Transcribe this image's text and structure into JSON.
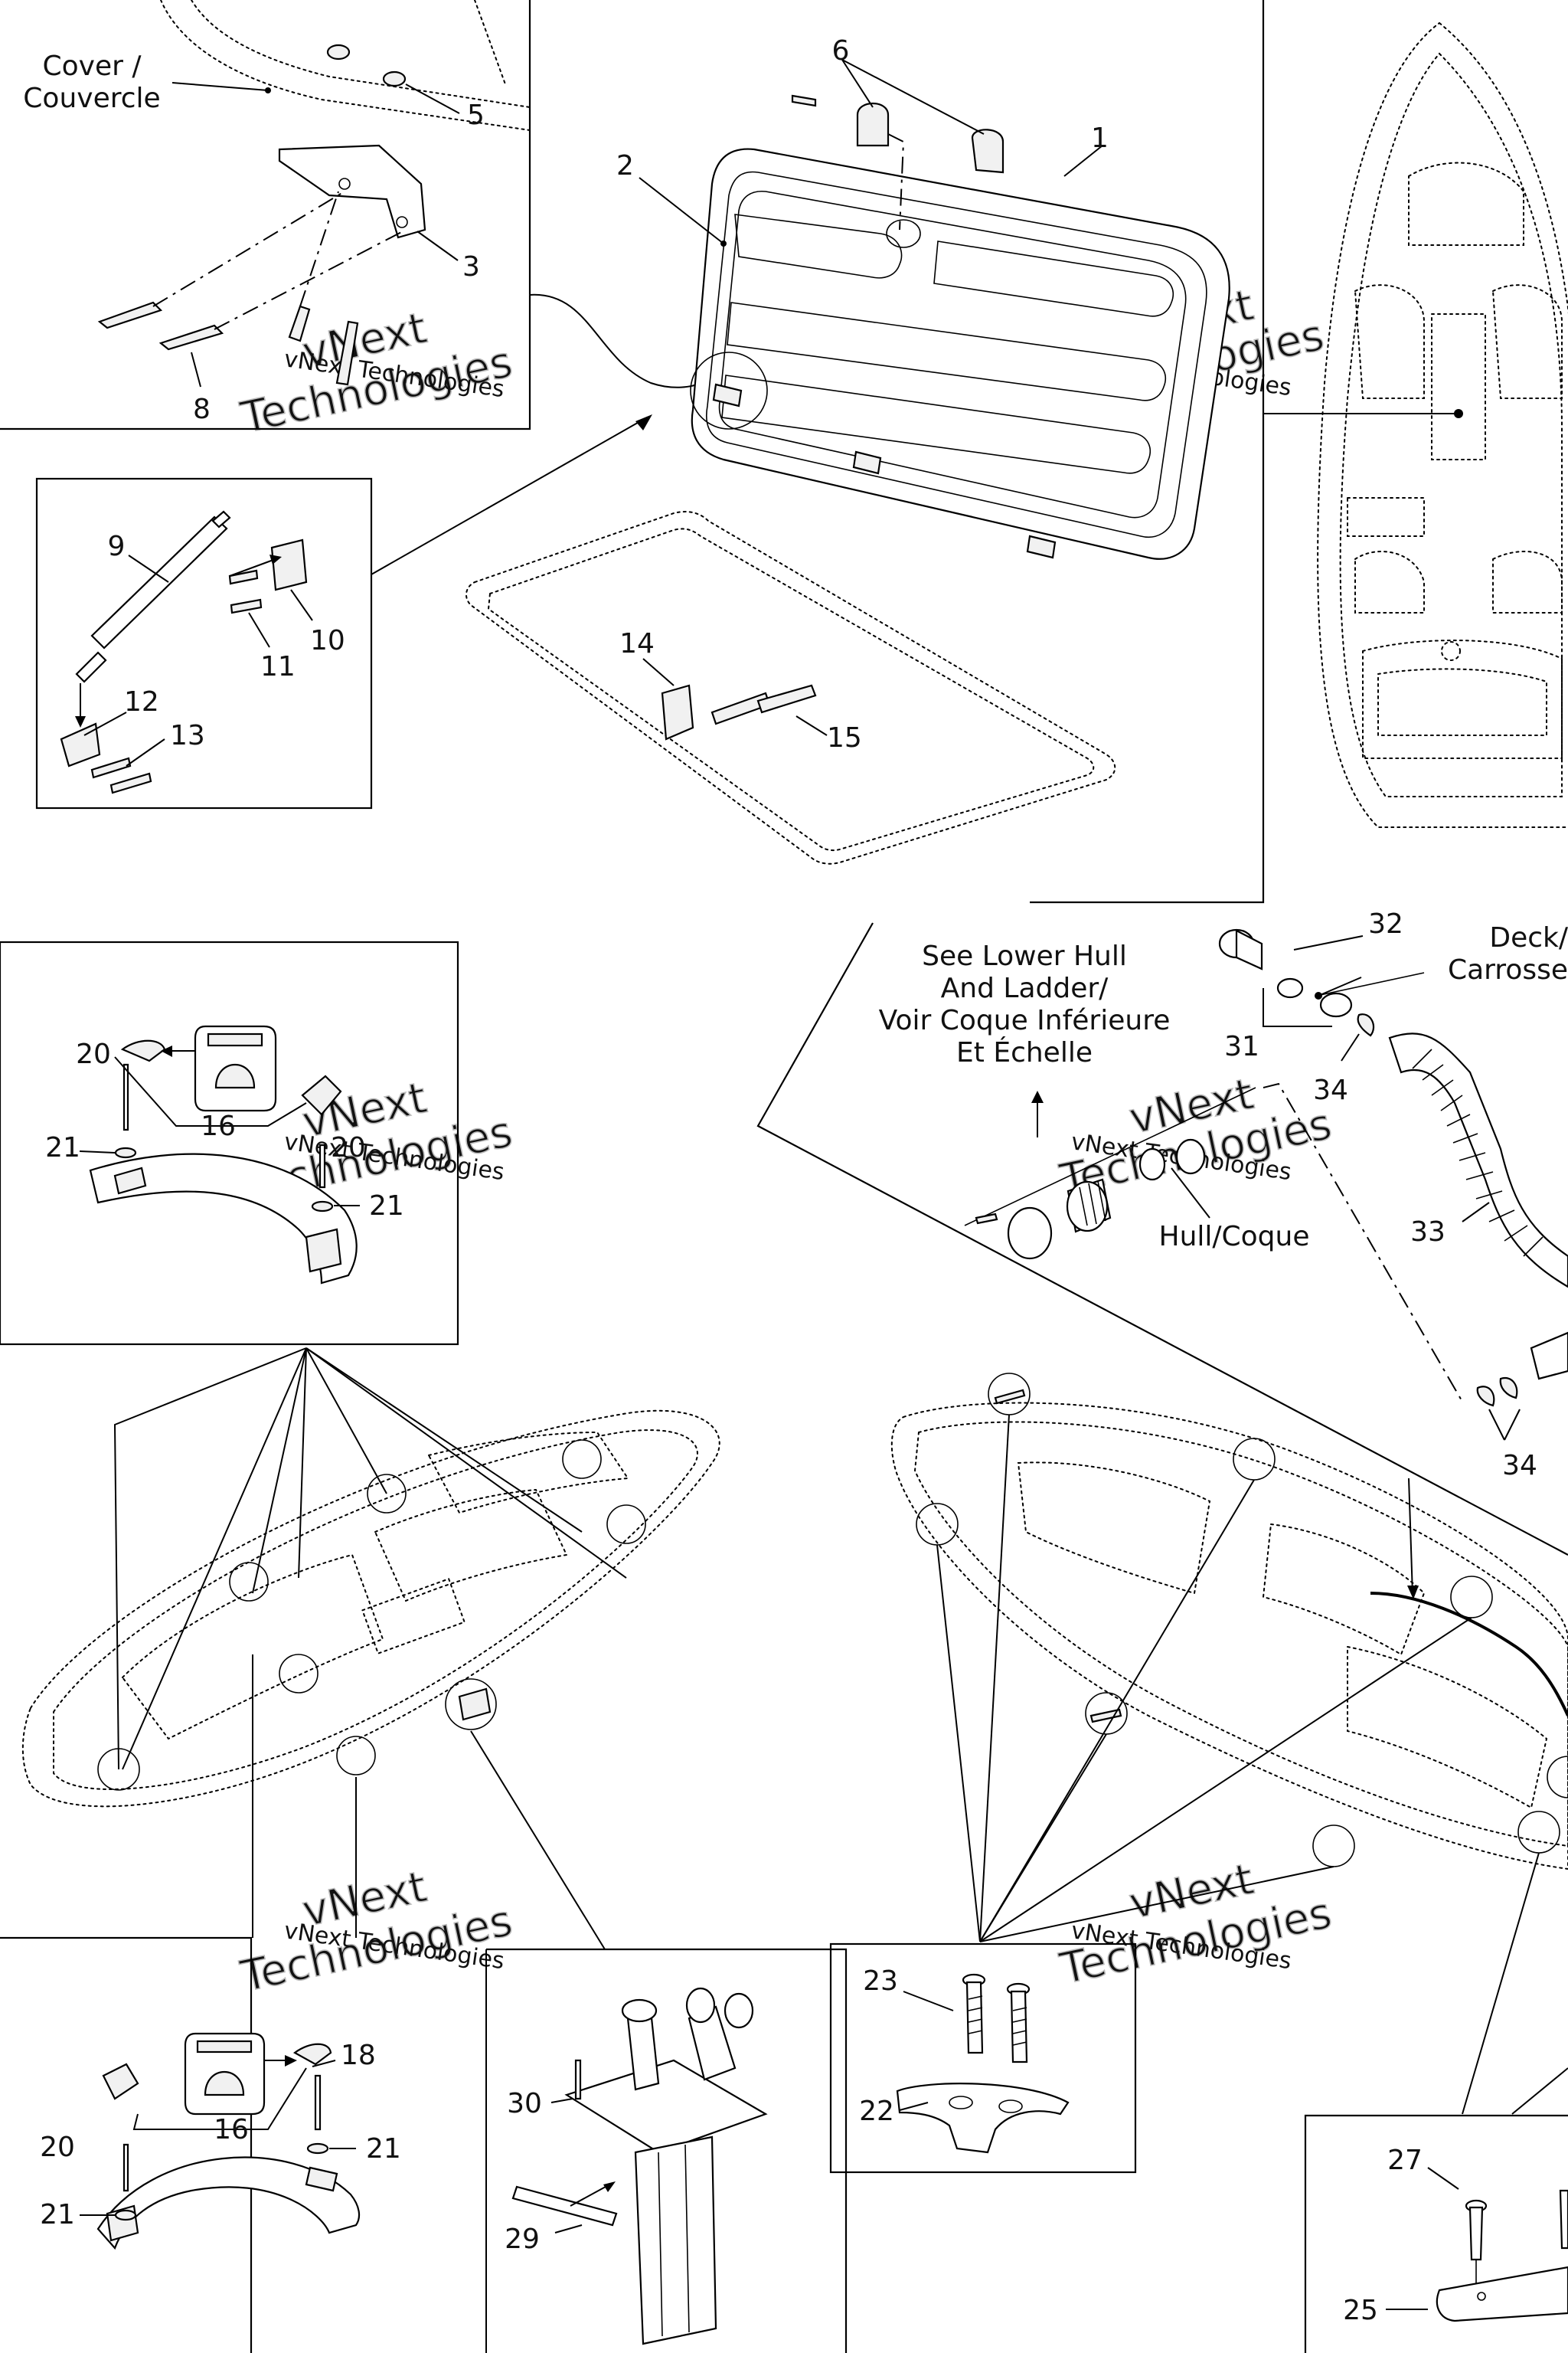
{
  "callouts": {
    "c1": "1",
    "c2": "2",
    "c3": "3",
    "c5": "5",
    "c6": "6",
    "c8": "8",
    "c9": "9",
    "c10": "10",
    "c11": "11",
    "c12": "12",
    "c13": "13",
    "c14": "14",
    "c15": "15",
    "c16a": "16",
    "c20a": "20",
    "c21a": "21",
    "c20b": "20",
    "c21b": "21",
    "c16b": "16",
    "c18": "18",
    "c20c": "20",
    "c21c": "21",
    "c21d": "21",
    "c22": "22",
    "c23": "23",
    "c25": "25",
    "c27": "27",
    "c29": "29",
    "c30": "30",
    "c31": "31",
    "c32": "32",
    "c33": "33",
    "c34a": "34",
    "c34b": "34"
  },
  "labels": {
    "cover_1": "Cover /",
    "cover_2": "Couvercle",
    "see_1": "See Lower Hull",
    "see_2": "And Ladder/",
    "see_3": "Voir Coque Inférieure",
    "see_4": "Et Échelle",
    "deck_1": "Deck/",
    "deck_2": "Carrosse",
    "hull": "Hull/Coque"
  },
  "watermark": {
    "line1": "vNext Technologies",
    "big_1": "vNext",
    "big_2": "Technologies"
  }
}
